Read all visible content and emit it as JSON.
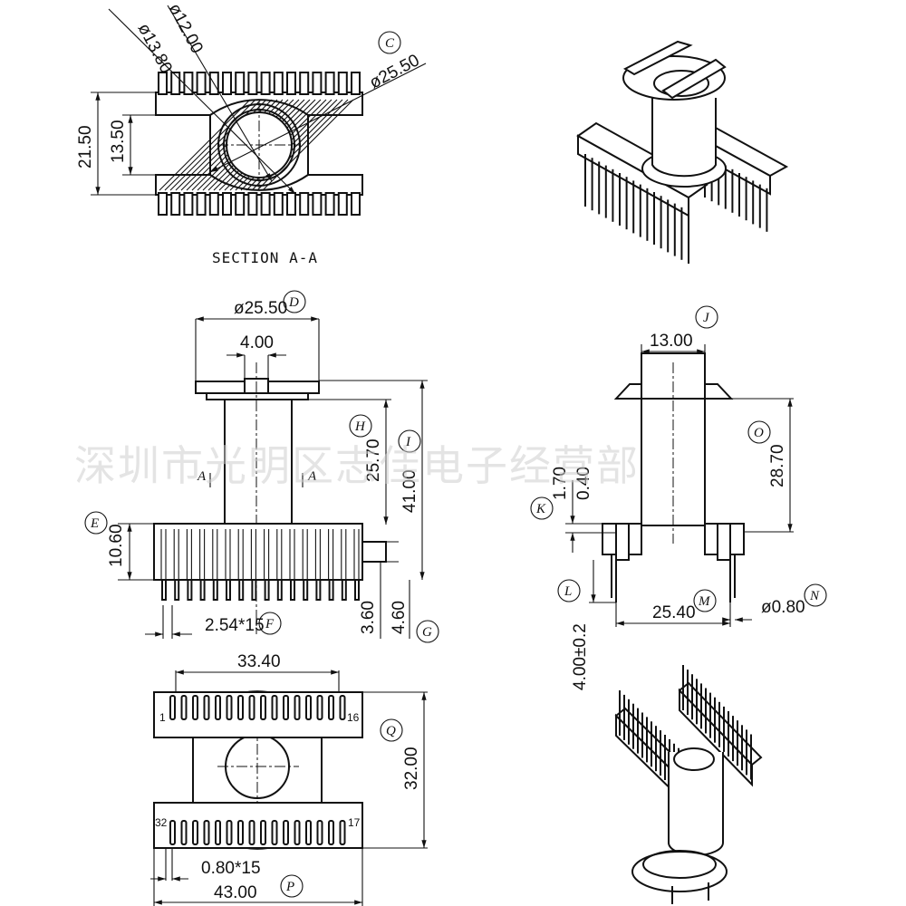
{
  "watermark": "深圳市光明区志佳电子经营部",
  "section_view": {
    "label": "SECTION A-A",
    "dims": {
      "d_inner": "ø12.00",
      "d_outer": "ø13.80",
      "d_flange": "ø25.50",
      "height_total": "21.50",
      "height_inner": "13.50"
    },
    "refs": {
      "c": "C"
    }
  },
  "front_view": {
    "dims": {
      "d_top": "ø25.50",
      "slot": "4.00",
      "h_bobbin": "25.70",
      "h_total": "41.00",
      "h_base": "10.60",
      "pitch": "2.54*15",
      "pin_len": "3.60",
      "pin_total": "4.60"
    },
    "refs": {
      "d": "D",
      "h": "H",
      "i": "I",
      "e": "E",
      "f": "F",
      "g": "G"
    },
    "section_mark": "A"
  },
  "side_view": {
    "dims": {
      "w_top": "13.00",
      "h": "28.70",
      "flange": "1.70",
      "flange_t": "0.40",
      "span": "25.40",
      "pin_d": "ø0.80",
      "standoff": "4.00±0.2"
    },
    "refs": {
      "j": "J",
      "o": "O",
      "k": "K",
      "l": "L",
      "m": "M",
      "n": "N"
    }
  },
  "bottom_view": {
    "dims": {
      "pin_row": "33.40",
      "depth": "32.00",
      "pitch": "0.80*15",
      "width": "43.00"
    },
    "refs": {
      "q": "Q",
      "p": "P"
    },
    "pin_labels": {
      "p1": "1",
      "p16": "16",
      "p32": "32",
      "p17": "17"
    }
  }
}
